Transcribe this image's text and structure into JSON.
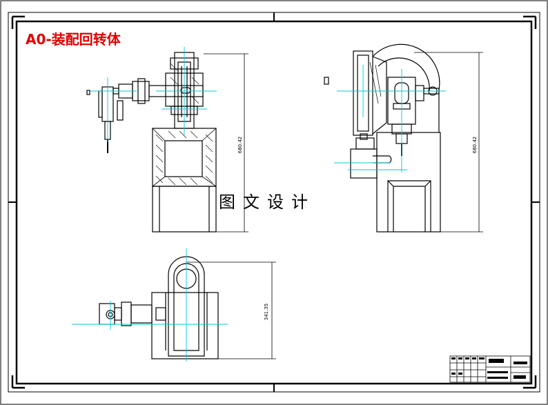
{
  "drawing": {
    "title": "A0-装配回转体",
    "watermark": "图文设计",
    "colors": {
      "line": "#000000",
      "centerline": "#00c8d8",
      "dimension": "#0000ff",
      "title": "#e00000"
    },
    "dimensions": {
      "front_view_height": "680.42",
      "side_view_height": "680.42",
      "top_view_height": "341.35"
    }
  }
}
